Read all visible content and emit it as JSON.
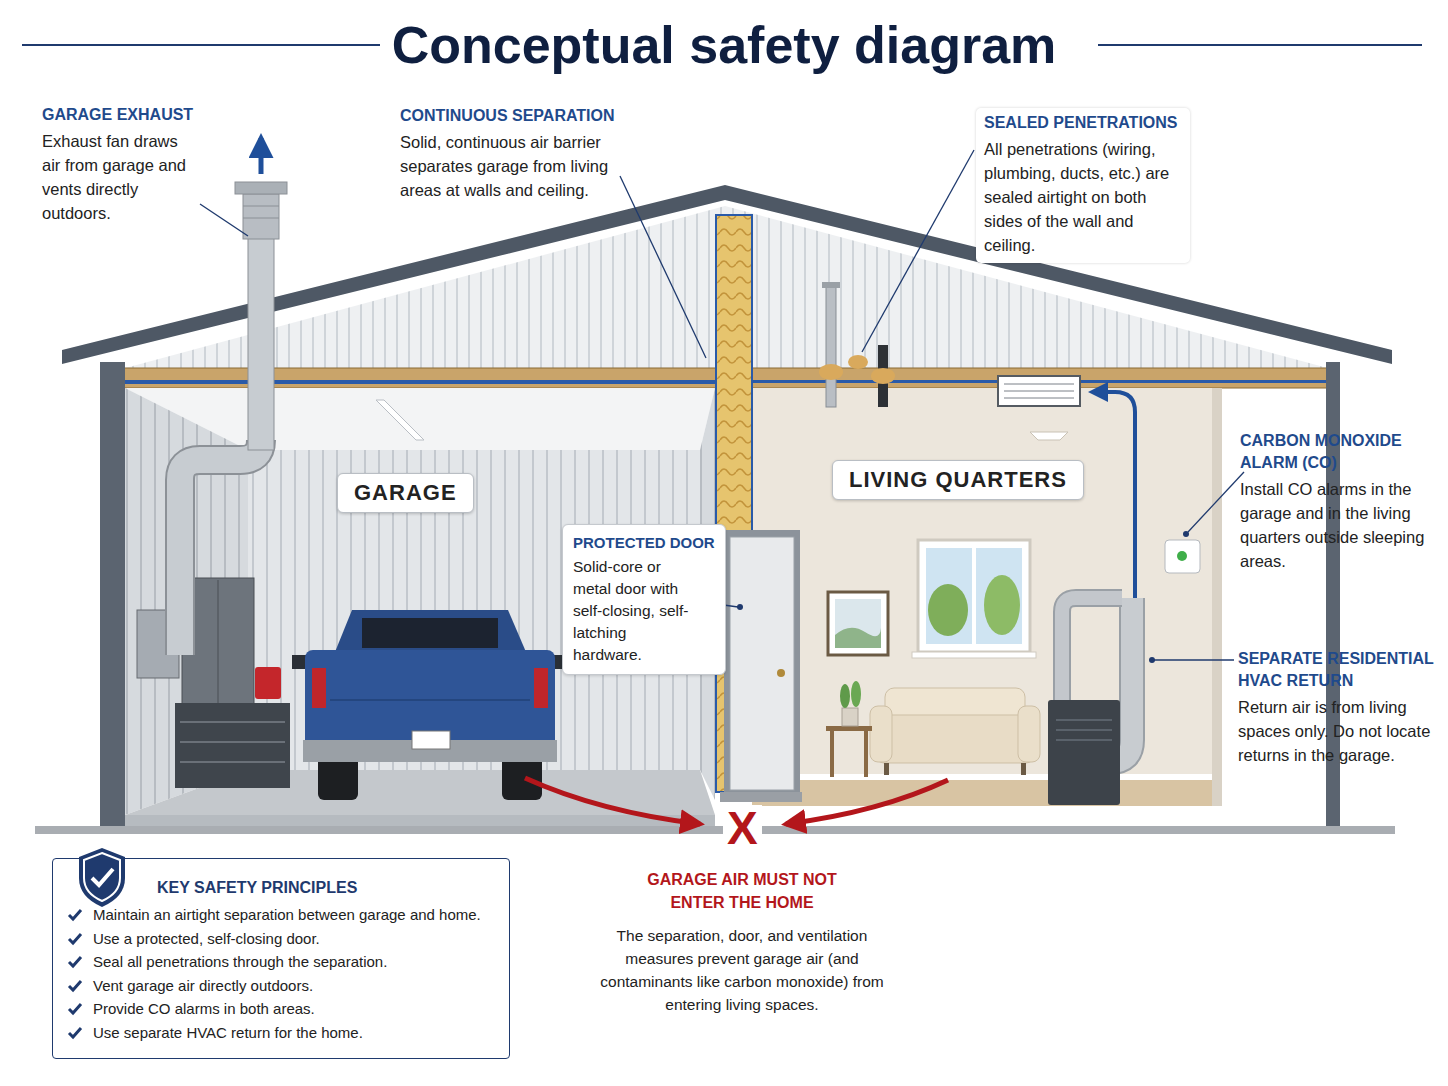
{
  "diagram": {
    "title": "Conceptual safety diagram",
    "nodes": [
      {
        "text": [
          "GARAGE EXHAUST",
          "Exhaust fan draws air from garage and vents directly outdoors."
        ]
      },
      {
        "text": [
          "CONTINUOUS SEPARATION",
          "Solid, continuous air barrier separates garage from living areas at walls and ceiling."
        ]
      },
      {
        "text": [
          "SEALED PENETRATIONS",
          "All penetrations (wiring, plumbing, ducts, etc.) are sealed airtight on both sides of the wall and ceiling."
        ]
      },
      {
        "text": [
          "CARBON MONOXIDE ALARM (CO)",
          "Install CO alarms in the garage and in the living quarters outside sleeping areas."
        ]
      },
      {
        "text": [
          "GARAGE"
        ]
      },
      {
        "text": [
          "LIVING QUARTERS"
        ]
      },
      {
        "text": [
          "PROTECTED DOOR",
          "Solid-core or metal door with self-closing, self-latching hardware."
        ]
      },
      {
        "text": [
          "SEPARATE RESIDENTIAL HVAC RETURN",
          "Return air is from living spaces only. Do not locate returns in the garage."
        ]
      },
      {
        "text": [
          "KEY SAFETY PRINCIPLES",
          "Maintain an airtight separation between garage and home.",
          "Use a protected, self-closing door.",
          "Seal all penetrations through the separation.",
          "Vent garage air directly outdoors.",
          "Provide CO alarms in both areas.",
          "Use separate HVAC return for the home."
        ]
      },
      {
        "text": [
          "GARAGE AIR MUST NOT ENTER THE HOME",
          "The separation, door, and ventilation measures prevent garage air (and contaminants like carbon monoxide) from entering living spaces."
        ]
      }
    ],
    "labels": [
      "X"
    ]
  }
}
